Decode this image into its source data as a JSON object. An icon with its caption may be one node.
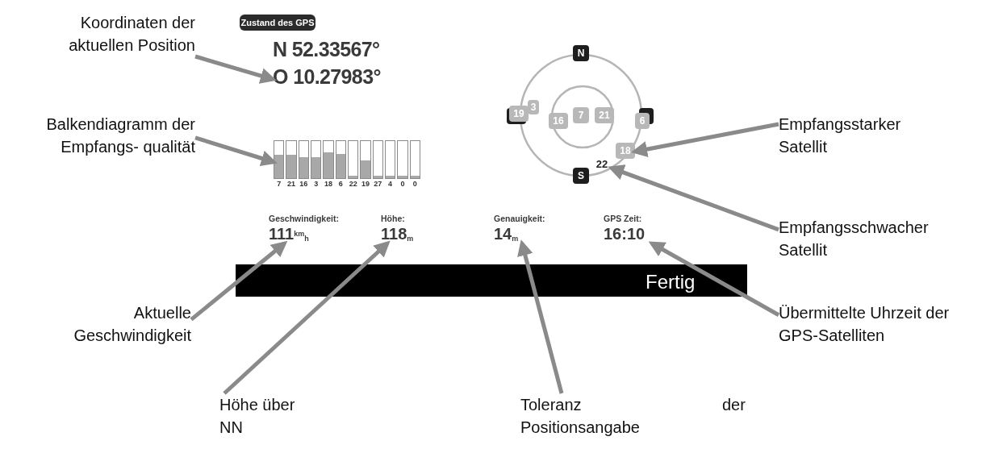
{
  "diagram": {
    "nodes": [
      {
        "text": [
          "Koordinaten der aktuellen Position"
        ]
      },
      {
        "text": [
          "Zustand des GPS"
        ]
      },
      {
        "text": [
          "N 52.33567°",
          "O 10.27983°"
        ]
      },
      {
        "text": [
          "N"
        ]
      },
      {
        "text": [
          "19"
        ]
      },
      {
        "text": [
          "3"
        ]
      },
      {
        "text": [
          "16"
        ]
      },
      {
        "text": [
          "7"
        ]
      },
      {
        "text": [
          "21"
        ]
      },
      {
        "text": [
          "6"
        ]
      },
      {
        "text": [
          "Empfangsstarker Satellit"
        ]
      },
      {
        "text": [
          "Balkendiagramm der Empfangs- qualität"
        ]
      },
      {
        "text": [
          "7",
          "21",
          "16",
          "3",
          "18",
          "6",
          "22",
          "19",
          "27",
          "4",
          "0",
          "0"
        ]
      },
      {
        "text": [
          "18"
        ]
      },
      {
        "text": [
          "22"
        ]
      },
      {
        "text": [
          "S"
        ]
      },
      {
        "text": [
          "Geschwindigkeit:",
          "111$^{km}$$_{h}$"
        ]
      },
      {
        "text": [
          "Höhe:",
          "118$_{m}$"
        ]
      },
      {
        "text": [
          "Genauigkeit:",
          "14$_{m}$"
        ]
      },
      {
        "text": [
          "GPS Zeit:",
          "16:10"
        ]
      },
      {
        "text": [
          "Empfangsschwacher Satellit"
        ]
      },
      {
        "text": [
          "Aktuelle Geschwindigkeit"
        ]
      },
      {
        "text": [
          "Übermittelte Uhrzeit der GPS-Satelliten"
        ]
      },
      {
        "text": [
          "Höhe über NN"
        ]
      },
      {
        "text": [
          "Toleranz Positionsangabe"
        ]
      }
    ],
    "edges": [
      {
        "from": 0,
        "to": 2,
        "arrow": "to"
      },
      {
        "from": 11,
        "to": 12,
        "arrow": "to"
      },
      {
        "from": 10,
        "to": 13,
        "arrow": "to"
      },
      {
        "from": 20,
        "to": 14,
        "arrow": "to"
      },
      {
        "from": 21,
        "to": 16,
        "arrow": "to"
      },
      {
        "from": 23,
        "to": 17,
        "arrow": "to"
      },
      {
        "from": 24,
        "to": 18,
        "arrow": "to"
      },
      {
        "from": 22,
        "to": 19,
        "arrow": "to"
      }
    ],
    "labels": [
      "Fertig",
      "der"
    ]
  }
}
